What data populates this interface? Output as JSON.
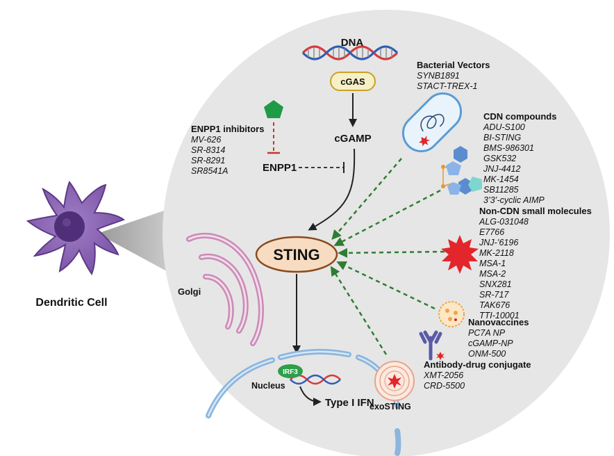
{
  "cell_label": "Dendritic Cell",
  "dna_label": "DNA",
  "cgas_label": "cGAS",
  "cgamp_label": "cGAMP",
  "sting_label": "STING",
  "golgi_label": "Golgi",
  "nucleus_label": "Nucleus",
  "irf3_label": "IRF3",
  "type1ifn_label": "Type I IFN",
  "exosting_label": "exoSTING",
  "enpp1_label": "ENPP1",
  "enpp1_inhibitors": {
    "title": "ENPP1 inhibitors",
    "items": [
      "MV-626",
      "SR-8314",
      "SR-8291",
      "SR8541A"
    ]
  },
  "bacterial_vectors": {
    "title": "Bacterial Vectors",
    "items": [
      "SYNB1891",
      "STACT-TREX-1"
    ]
  },
  "cdn_compounds": {
    "title": "CDN compounds",
    "items": [
      "ADU-S100",
      "BI-STING",
      "BMS-986301",
      "GSK532",
      "JNJ-4412",
      "MK-1454",
      "SB11285",
      "3’3’-cyclic AIMP"
    ]
  },
  "non_cdn": {
    "title": "Non-CDN small molecules",
    "items": [
      "ALG-031048",
      "E7766",
      "JNJ-’6196",
      "MK-2118",
      "MSA-1",
      "MSA-2",
      "SNX281",
      "SR-717",
      "TAK676",
      "TTI-10001"
    ]
  },
  "nanovaccines": {
    "title": "Nanovaccines",
    "items": [
      "PC7A NP",
      "cGAMP-NP",
      "ONM-500"
    ]
  },
  "adc": {
    "title": "Antibody-drug conjugate",
    "items": [
      "XMT-2056",
      "CRD-5500"
    ]
  },
  "colors": {
    "circle_fill": "#e6e6e6",
    "sting_fill": "#f7dcc2",
    "sting_stroke": "#8b4a1c",
    "cell_purple": "#8c63b5",
    "cell_nucleus": "#5b3a82",
    "golgi_pink": "#c98ab6",
    "nucleus_blue": "#8bb6de",
    "dashed_green": "#2e7d32",
    "enpp1_red": "#c0392b",
    "irf3_green": "#2e9e4a",
    "red_burst": "#e3262b",
    "pentagon_green": "#1f9a45"
  }
}
